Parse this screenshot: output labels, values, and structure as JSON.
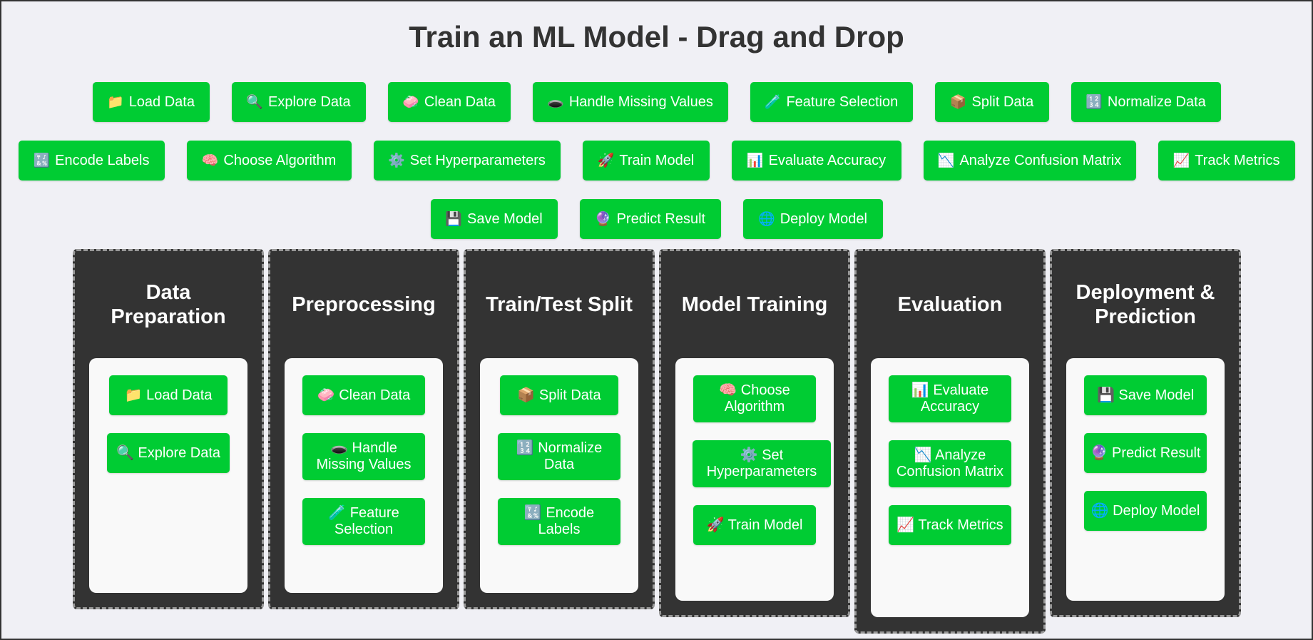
{
  "title": "Train an ML Model - Drag and Drop",
  "bank": {
    "row1": [
      {
        "icon": "📁",
        "label": "Load Data"
      },
      {
        "icon": "🔍",
        "label": "Explore Data"
      },
      {
        "icon": "🧼",
        "label": "Clean Data"
      },
      {
        "icon": "🕳️",
        "label": "Handle Missing Values"
      },
      {
        "icon": "🧪",
        "label": "Feature Selection"
      },
      {
        "icon": "📦",
        "label": "Split Data"
      },
      {
        "icon": "🔢",
        "label": "Normalize Data"
      }
    ],
    "row2": [
      {
        "icon": "🔣",
        "label": "Encode Labels"
      },
      {
        "icon": "🧠",
        "label": "Choose Algorithm"
      },
      {
        "icon": "⚙️",
        "label": "Set Hyperparameters"
      },
      {
        "icon": "🚀",
        "label": "Train Model"
      },
      {
        "icon": "📊",
        "label": "Evaluate Accuracy"
      },
      {
        "icon": "📉",
        "label": "Analyze Confusion Matrix"
      },
      {
        "icon": "📈",
        "label": "Track Metrics"
      }
    ],
    "row3": [
      {
        "icon": "💾",
        "label": "Save Model"
      },
      {
        "icon": "🔮",
        "label": "Predict Result"
      },
      {
        "icon": "🌐",
        "label": "Deploy Model"
      }
    ]
  },
  "columns": [
    {
      "title": "Data Preparation",
      "items": [
        {
          "icon": "📁",
          "label": "Load Data"
        },
        {
          "icon": "🔍",
          "label": "Explore Data"
        }
      ]
    },
    {
      "title": "Preprocessing",
      "items": [
        {
          "icon": "🧼",
          "label": "Clean Data"
        },
        {
          "icon": "🕳️",
          "label": "Handle Missing Values"
        },
        {
          "icon": "🧪",
          "label": "Feature Selection"
        }
      ]
    },
    {
      "title": "Train/Test Split",
      "items": [
        {
          "icon": "📦",
          "label": "Split Data"
        },
        {
          "icon": "🔢",
          "label": "Normalize Data"
        },
        {
          "icon": "🔣",
          "label": "Encode Labels"
        }
      ]
    },
    {
      "title": "Model Training",
      "items": [
        {
          "icon": "🧠",
          "label": "Choose Algorithm"
        },
        {
          "icon": "⚙️",
          "label": "Set Hyperparameters"
        },
        {
          "icon": "🚀",
          "label": "Train Model"
        }
      ]
    },
    {
      "title": "Evaluation",
      "items": [
        {
          "icon": "📊",
          "label": "Evaluate Accuracy"
        },
        {
          "icon": "📉",
          "label": "Analyze Confusion Matrix"
        },
        {
          "icon": "📈",
          "label": "Track Metrics"
        }
      ]
    },
    {
      "title": "Deployment & Prediction",
      "items": [
        {
          "icon": "💾",
          "label": "Save Model"
        },
        {
          "icon": "🔮",
          "label": "Predict Result"
        },
        {
          "icon": "🌐",
          "label": "Deploy Model"
        }
      ]
    }
  ],
  "colors": {
    "chip": "#00cc33",
    "column": "#333333",
    "background": "#f0f0f5"
  }
}
